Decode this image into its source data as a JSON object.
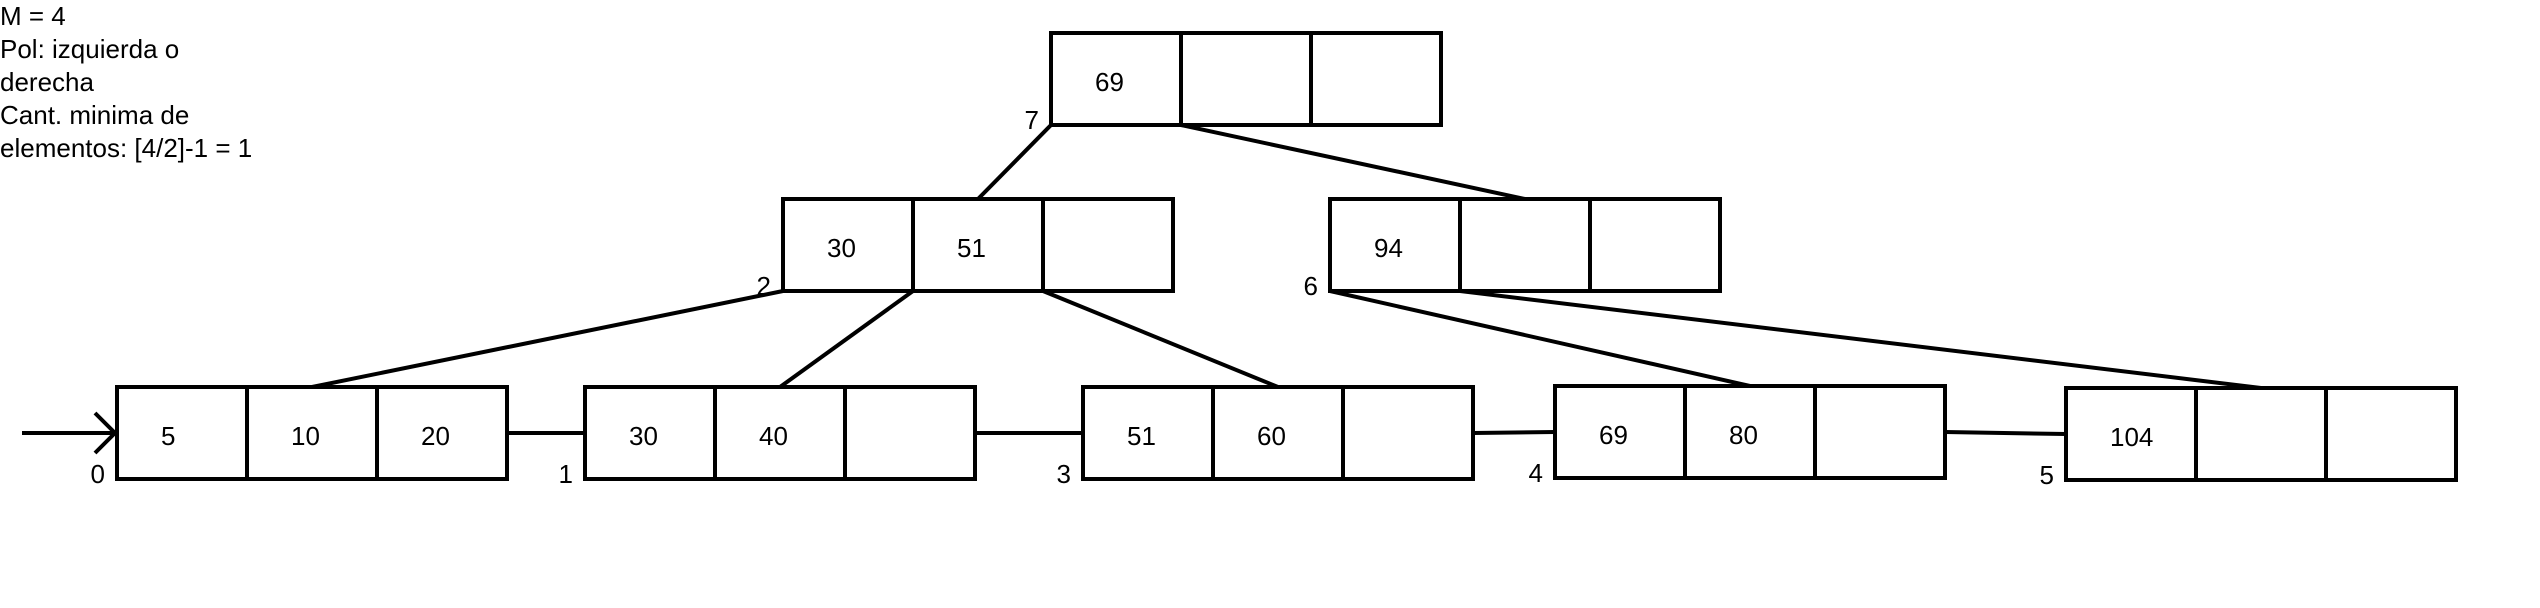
{
  "notes": {
    "line1": "M = 4",
    "line2": "Pol: izquierda o",
    "line3": "derecha",
    "line4": "Cant. minima de",
    "line5": "elementos: [4/2]-1 = 1"
  },
  "tree": {
    "nodes": [
      {
        "id": "7",
        "keys": [
          "69",
          "",
          ""
        ]
      },
      {
        "id": "2",
        "keys": [
          "30",
          "51",
          ""
        ]
      },
      {
        "id": "6",
        "keys": [
          "94",
          "",
          ""
        ]
      },
      {
        "id": "0",
        "keys": [
          "5",
          "10",
          "20"
        ]
      },
      {
        "id": "1",
        "keys": [
          "30",
          "40",
          ""
        ]
      },
      {
        "id": "3",
        "keys": [
          "51",
          "60",
          ""
        ]
      },
      {
        "id": "4",
        "keys": [
          "69",
          "80",
          ""
        ]
      },
      {
        "id": "5",
        "keys": [
          "104",
          "",
          ""
        ]
      }
    ],
    "edges": [
      {
        "from": "7",
        "to": "2"
      },
      {
        "from": "7",
        "to": "6"
      },
      {
        "from": "2",
        "to": "0"
      },
      {
        "from": "2",
        "to": "1"
      },
      {
        "from": "2",
        "to": "3"
      },
      {
        "from": "6",
        "to": "4"
      },
      {
        "from": "6",
        "to": "5"
      }
    ],
    "leaf_chain": [
      "0",
      "1",
      "3",
      "4",
      "5"
    ],
    "entry_arrow_to": "0"
  }
}
